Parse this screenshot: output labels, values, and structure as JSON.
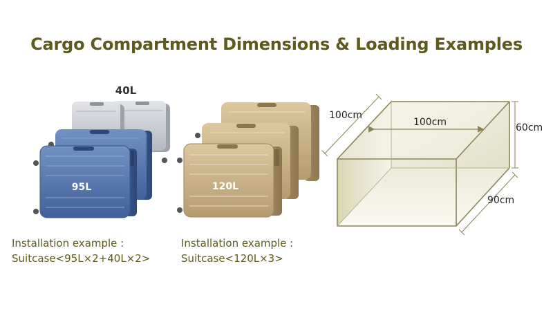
{
  "title": "Cargo Compartment Dimensions & Loading Examples",
  "examples": [
    {
      "labels": {
        "small": "40L",
        "large": "95L"
      },
      "caption_line1": "Installation example :",
      "caption_line2": "Suitcase<95L×2+40L×2>"
    },
    {
      "labels": {
        "large": "120L"
      },
      "caption_line1": "Installation example :",
      "caption_line2": "Suitcase<120L×3>"
    }
  ],
  "cargo_box": {
    "depth_label": "100cm",
    "width_label": "100cm",
    "height_label": "60cm",
    "length_label": "90cm"
  },
  "colors": {
    "title": "#5e5a1e",
    "blue_case": "#5473a5",
    "silver_case": "#c6c9ce",
    "tan_case": "#c4ad86",
    "box_line": "#8a8456",
    "box_fill": "#efeedd"
  }
}
